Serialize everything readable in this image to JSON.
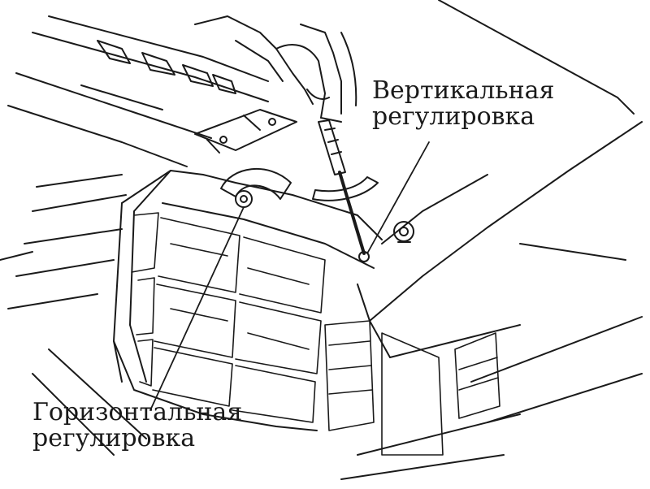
{
  "labels": {
    "vertical": {
      "line1": "Вертикальная",
      "line2": "регулировка"
    },
    "horizontal": {
      "line1": "Горизонтальная",
      "line2": "регулировка"
    }
  },
  "colors": {
    "ink": "#1a1a1a",
    "background": "#ffffff"
  }
}
